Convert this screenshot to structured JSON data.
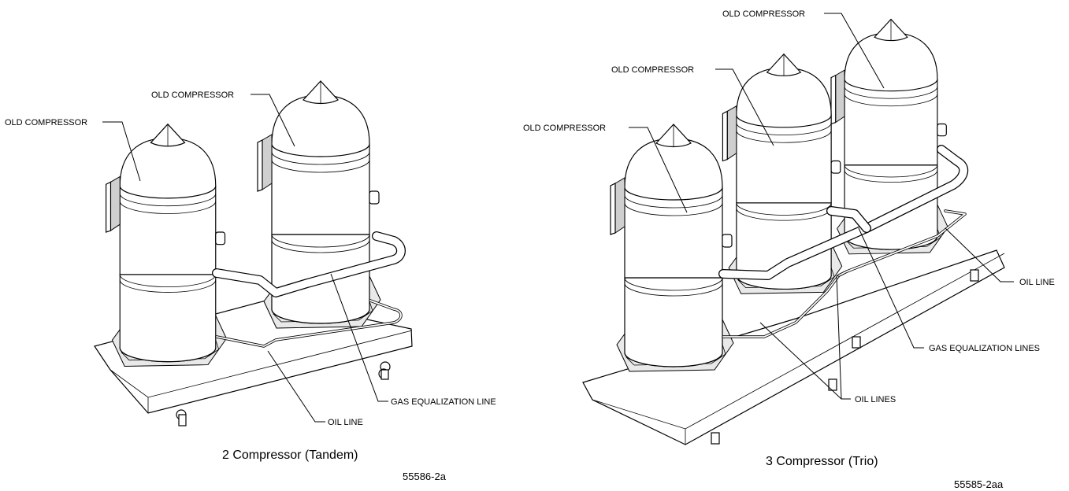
{
  "tandem": {
    "labels": {
      "old_compressor_left": "OLD COMPRESSOR",
      "old_compressor_right": "OLD COMPRESSOR",
      "gas_equalization_line": "GAS EQUALIZATION LINE",
      "oil_line": "OIL LINE"
    },
    "caption": "2 Compressor (Tandem)",
    "figure_code": "55586-2a"
  },
  "trio": {
    "labels": {
      "old_compressor_front": "OLD COMPRESSOR",
      "old_compressor_middle": "OLD COMPRESSOR",
      "old_compressor_back": "OLD COMPRESSOR",
      "oil_line": "OIL LINE",
      "gas_equalization_lines": "GAS EQUALIZATION LINES",
      "oil_lines": "OIL LINES"
    },
    "caption": "3 Compressor (Trio)",
    "figure_code": "55585-2aa"
  }
}
